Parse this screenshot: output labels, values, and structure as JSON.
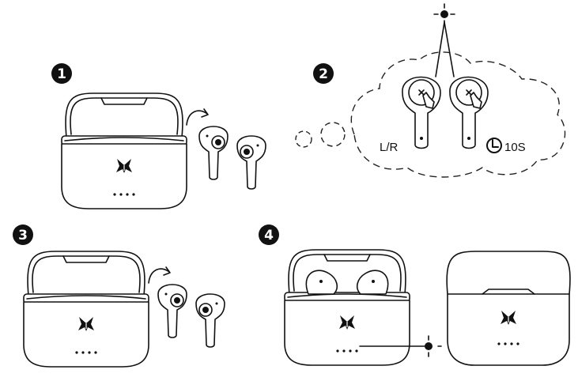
{
  "steps": [
    {
      "number": "1"
    },
    {
      "number": "2",
      "touch_label": "L/R",
      "duration_label": "10S"
    },
    {
      "number": "3"
    },
    {
      "number": "4"
    }
  ],
  "colors": {
    "ink": "#111111",
    "background": "#ffffff"
  }
}
